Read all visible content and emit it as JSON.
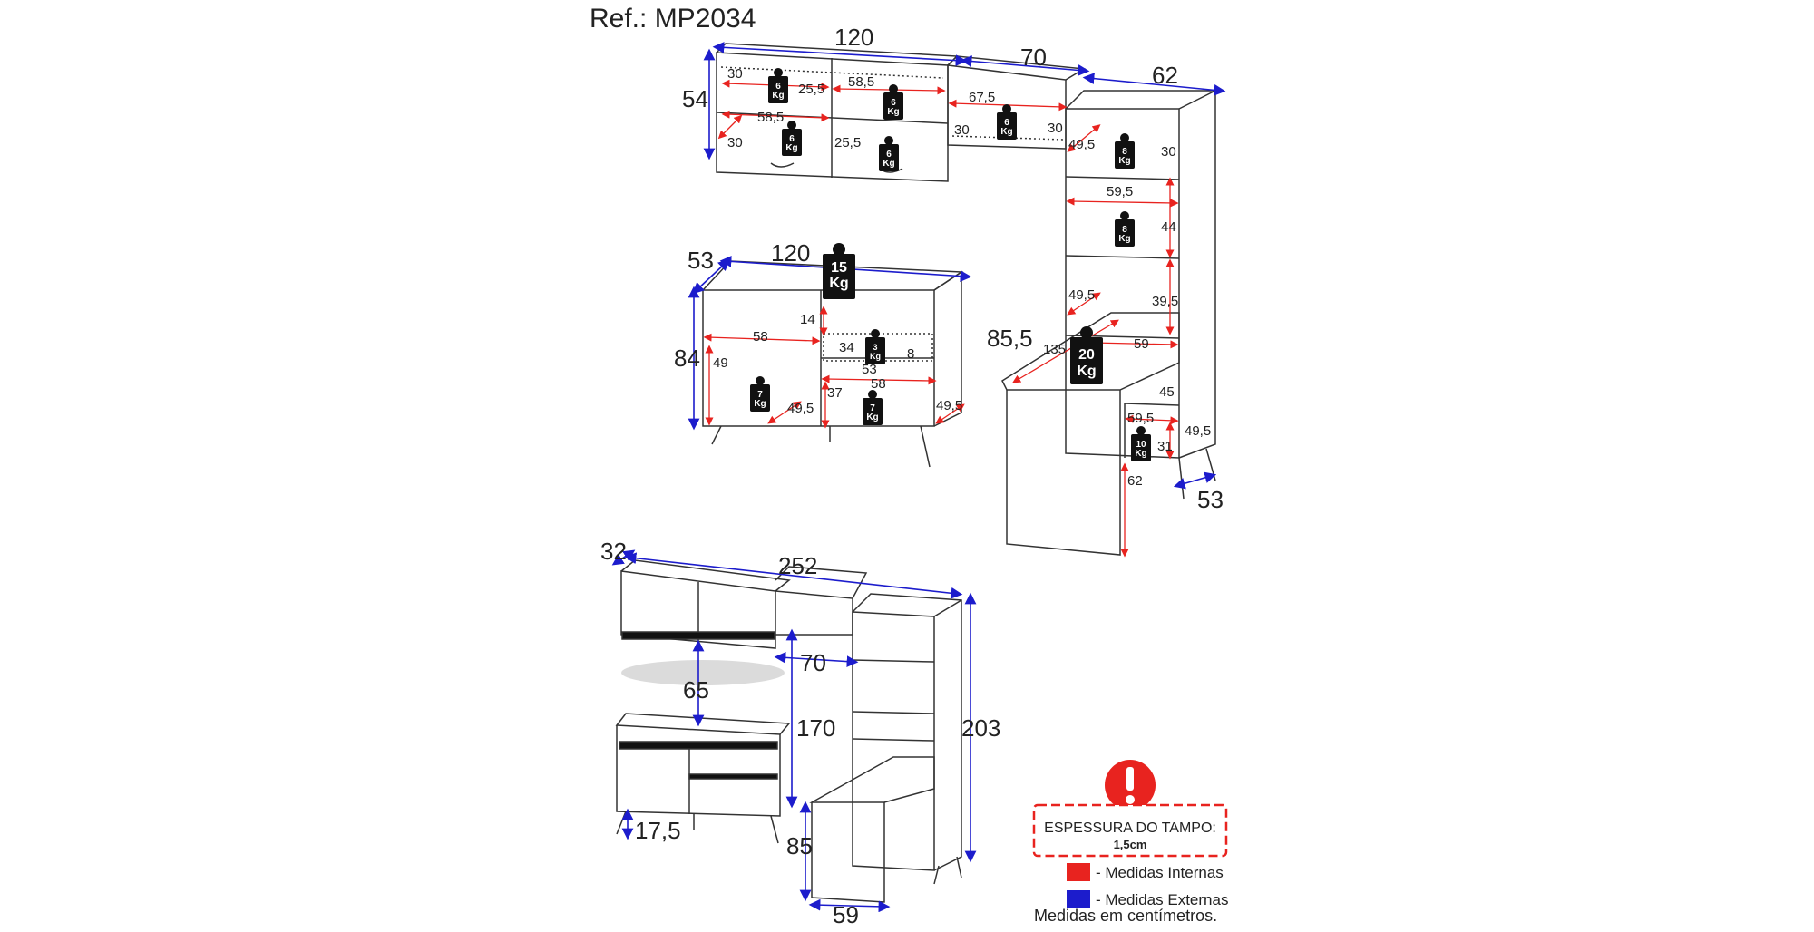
{
  "reference": "Ref.: MP2034",
  "colors": {
    "internal": "#e8231f",
    "external": "#1c1ccc",
    "line": "#333333",
    "weight_badge": "#111111"
  },
  "upper_cabinet": {
    "width": "120",
    "height": "54",
    "inner": {
      "depth_a": "30",
      "depth_b": "30",
      "depth_c": "30",
      "shelf_h_a": "25,5",
      "shelf_h_b": "25,5",
      "width_a": "58,5",
      "width_b": "58,5"
    },
    "weights": [
      {
        "value": "6",
        "unit": "Kg"
      },
      {
        "value": "6",
        "unit": "Kg"
      },
      {
        "value": "6",
        "unit": "Kg"
      },
      {
        "value": "6",
        "unit": "Kg"
      }
    ]
  },
  "middle_cabinet": {
    "width": "70",
    "inner": {
      "width": "67,5",
      "depth": "30",
      "height": "30"
    },
    "weight": {
      "value": "6",
      "unit": "Kg"
    }
  },
  "tower": {
    "width": "62",
    "depth": "53",
    "inner": {
      "depth_top": "49,5",
      "h_top": "30",
      "width_mid": "59,5",
      "h_mid": "44",
      "depth_mid": "49,5",
      "h_low": "39,5",
      "desk_width": "59",
      "h_bottom": "45",
      "width_bottom": "59,5",
      "h_drawer": "31",
      "depth_bottom": "49,5"
    },
    "weights": [
      {
        "value": "8",
        "unit": "Kg"
      },
      {
        "value": "8",
        "unit": "Kg"
      },
      {
        "value": "10",
        "unit": "Kg"
      }
    ]
  },
  "desk": {
    "height": "85,5",
    "length": "135",
    "leg_width": "62",
    "weight": {
      "value": "20",
      "unit": "Kg"
    }
  },
  "sideboard": {
    "width": "120",
    "depth": "53",
    "height": "84",
    "inner": {
      "top_gap": "14",
      "left_width": "58",
      "left_height": "49",
      "drawer_h": "34",
      "drawer_small": "8",
      "drawer_width": "53",
      "right_width": "58",
      "right_height": "37",
      "left_depth": "49,5",
      "right_depth": "49,5"
    },
    "weights": [
      {
        "value": "15",
        "unit": "Kg"
      },
      {
        "value": "3",
        "unit": "Kg"
      },
      {
        "value": "7",
        "unit": "Kg"
      },
      {
        "value": "7",
        "unit": "Kg"
      }
    ]
  },
  "assembled": {
    "top_depth": "32",
    "total_width": "252",
    "gap_width": "70",
    "gap_height": "65",
    "tower_height": "170",
    "total_height": "203",
    "leg_height": "17,5",
    "desk_height": "85",
    "desk_width": "59"
  },
  "legend": {
    "warning_title": "ESPESSURA DO TAMPO:",
    "warning_value": "1,5cm",
    "internal_label": "- Medidas Internas",
    "external_label": "- Medidas Externas",
    "note": "Medidas em centímetros."
  }
}
